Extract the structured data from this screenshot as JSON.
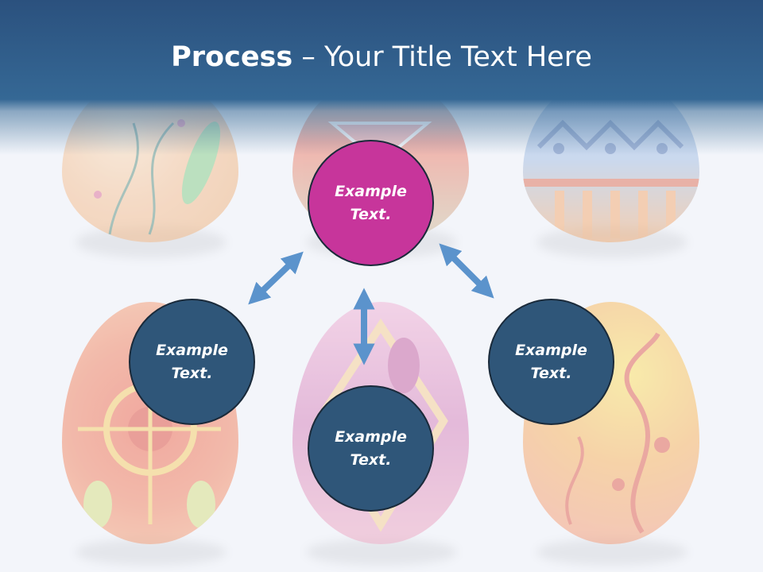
{
  "title": {
    "bold": "Process",
    "rest": " – Your Title Text Here"
  },
  "nodes": [
    {
      "label": "Example\nText.",
      "color": "#c7359b"
    },
    {
      "label": "Example\nText.",
      "color": "#2f5679"
    },
    {
      "label": "Example\nText.",
      "color": "#2f5679"
    },
    {
      "label": "Example\nText.",
      "color": "#2f5679"
    }
  ],
  "colors": {
    "header": "#2b517e",
    "arrow": "#5b93cc",
    "node_border": "#1a2a3a",
    "background": "#f3f5fa"
  }
}
